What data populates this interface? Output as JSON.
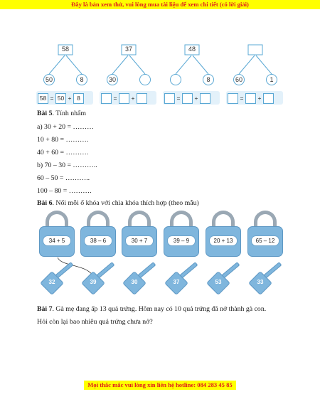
{
  "header": {
    "banner": "Đây là bản xem thử, vui lòng mua tài liệu để xem chi tiết (có lời giải)"
  },
  "footer": {
    "banner": "Mọi thắc mắc vui lòng xin liên hệ hotline: 084 283 45 85"
  },
  "trees": [
    {
      "top": "58",
      "left": "50",
      "right": "8"
    },
    {
      "top": "37",
      "left": "30",
      "right": ""
    },
    {
      "top": "48",
      "left": "",
      "right": "8"
    },
    {
      "top": "",
      "left": "60",
      "right": "1"
    }
  ],
  "equations": [
    {
      "a": "58",
      "op1": "=",
      "b": "50",
      "op2": "+",
      "c": "8"
    },
    {
      "a": "",
      "op1": "=",
      "b": "",
      "op2": "+",
      "c": ""
    },
    {
      "a": "",
      "op1": "=",
      "b": "",
      "op2": "+",
      "c": ""
    },
    {
      "a": "",
      "op1": "=",
      "b": "",
      "op2": "+",
      "c": ""
    }
  ],
  "bai5": {
    "title": "Bài 5",
    "instruction": ". Tính nhẩm",
    "lines": [
      "a) 30 + 20 = ………",
      "10 + 80 = ……….",
      "40 + 60 = ……….",
      "b) 70 – 30 = ………..",
      "60 – 50 = ………..",
      "100 – 80 = ………."
    ]
  },
  "bai6": {
    "title": "Bài 6",
    "instruction": ". Nối mỗi ổ khóa với chìa khóa thích hợp (theo mẫu)",
    "locks": [
      "34 + 5",
      "38 – 6",
      "30 + 7",
      "39 – 9",
      "20 + 13",
      "65 – 12"
    ],
    "keys": [
      "32",
      "39",
      "30",
      "37",
      "53",
      "33"
    ]
  },
  "bai7": {
    "title": "Bài 7",
    "line1": ". Gà mẹ đang ấp 13 quả trứng. Hôm nay có 10 quả trứng đã nở thành gà con.",
    "line2": "Hỏi còn lại bao nhiêu quả trứng chưa nở?"
  }
}
